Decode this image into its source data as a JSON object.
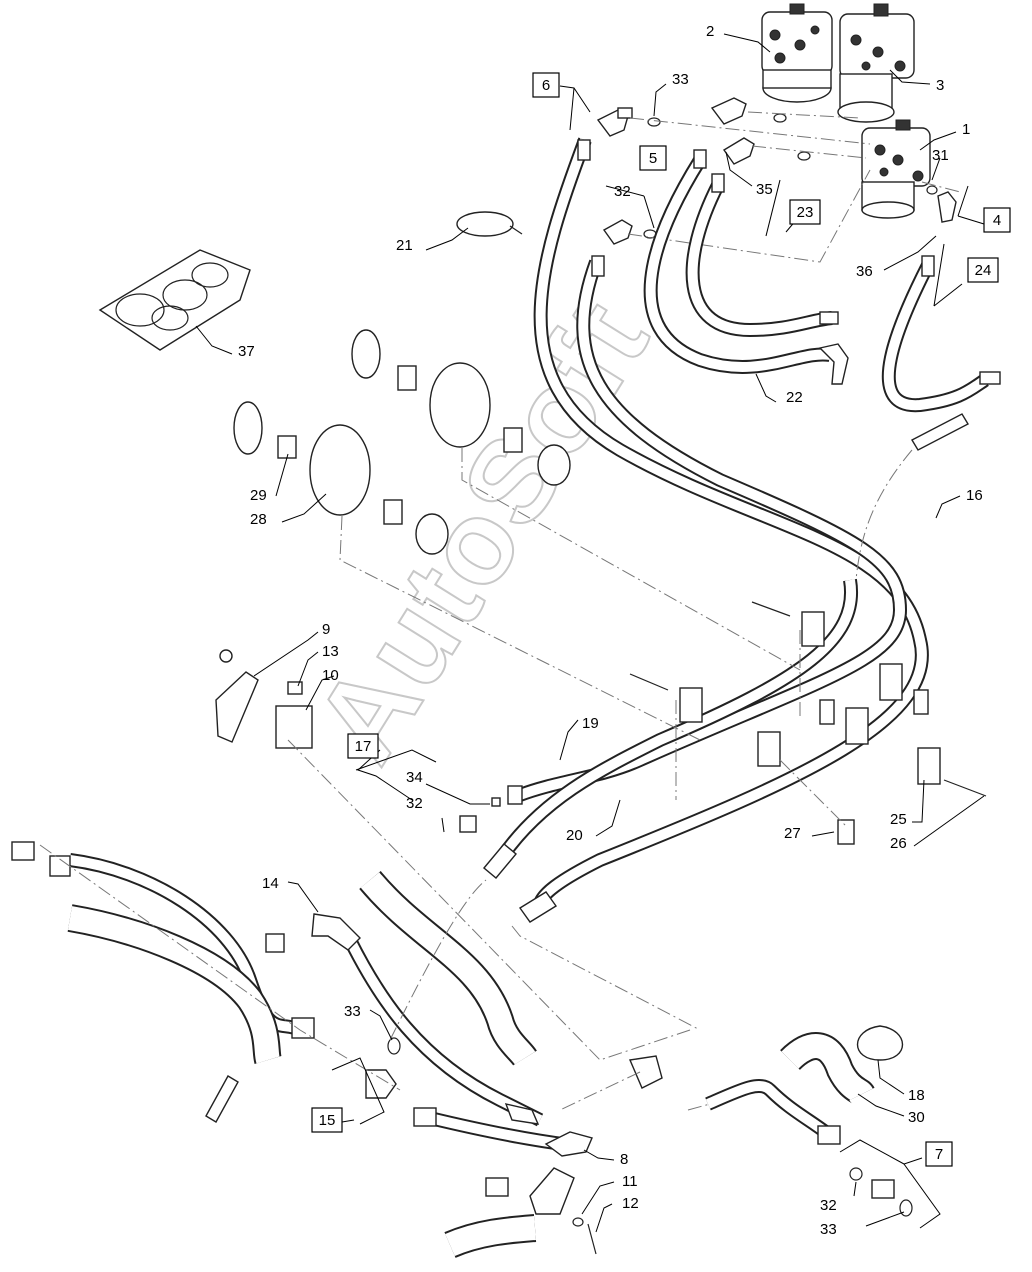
{
  "watermark": "AutoSoft",
  "callouts": [
    "1",
    "2",
    "3",
    "8",
    "9",
    "10",
    "11",
    "12",
    "13",
    "14",
    "16",
    "18",
    "19",
    "20",
    "21",
    "22",
    "25",
    "26",
    "27",
    "28",
    "29",
    "30",
    "31",
    "32",
    "33",
    "34",
    "35",
    "36",
    "37"
  ],
  "boxed_callouts": [
    "4",
    "5",
    "6",
    "7",
    "15",
    "17",
    "23",
    "24"
  ],
  "labels": {
    "n1": "1",
    "n2": "2",
    "n3": "3",
    "n4": "4",
    "n5": "5",
    "n6": "6",
    "n7": "7",
    "n8": "8",
    "n9": "9",
    "n10": "10",
    "n11": "11",
    "n12": "12",
    "n13": "13",
    "n14": "14",
    "n15": "15",
    "n16": "16",
    "n17": "17",
    "n18": "18",
    "n19": "19",
    "n20": "20",
    "n21": "21",
    "n22": "22",
    "n23": "23",
    "n24": "24",
    "n25": "25",
    "n26": "26",
    "n27": "27",
    "n28": "28",
    "n29": "29",
    "n30": "30",
    "n31": "31",
    "n32": "32",
    "n33": "33",
    "n34": "34",
    "n35": "35",
    "n36": "36",
    "n37": "37"
  }
}
